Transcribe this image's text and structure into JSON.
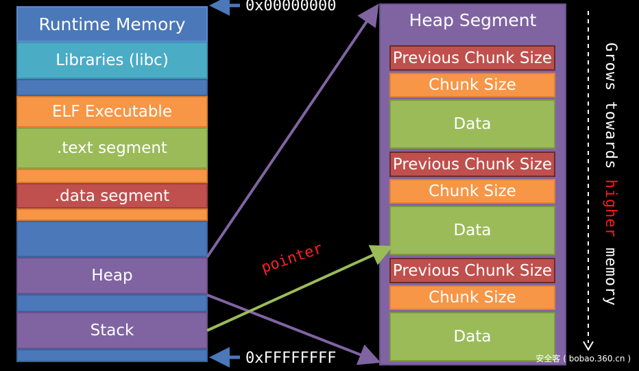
{
  "memory": {
    "title": "Runtime Memory",
    "libraries": "Libraries (libc)",
    "elf": "ELF Executable",
    "text_segment": ".text segment",
    "data_segment": ".data segment",
    "heap": "Heap",
    "stack": "Stack"
  },
  "addresses": {
    "low": "0x00000000",
    "high": "0xFFFFFFFF"
  },
  "heap_segment": {
    "title": "Heap Segment",
    "chunks": [
      {
        "prev_size": "Previous Chunk Size",
        "size": "Chunk Size",
        "data": "Data"
      },
      {
        "prev_size": "Previous Chunk Size",
        "size": "Chunk Size",
        "data": "Data"
      },
      {
        "prev_size": "Previous Chunk Size",
        "size": "Chunk Size",
        "data": "Data"
      }
    ]
  },
  "labels": {
    "pointer": "pointer",
    "grows_a": "Grows towards ",
    "grows_highlight": "higher",
    "grows_b": " memory"
  },
  "colors": {
    "arrow_purple": "#8064a2",
    "arrow_green": "#9bbb59",
    "address_arrow": "#4a78b8",
    "highlight": "#ff1a1a"
  },
  "watermark": "安全客 ( bobao.360.cn )"
}
